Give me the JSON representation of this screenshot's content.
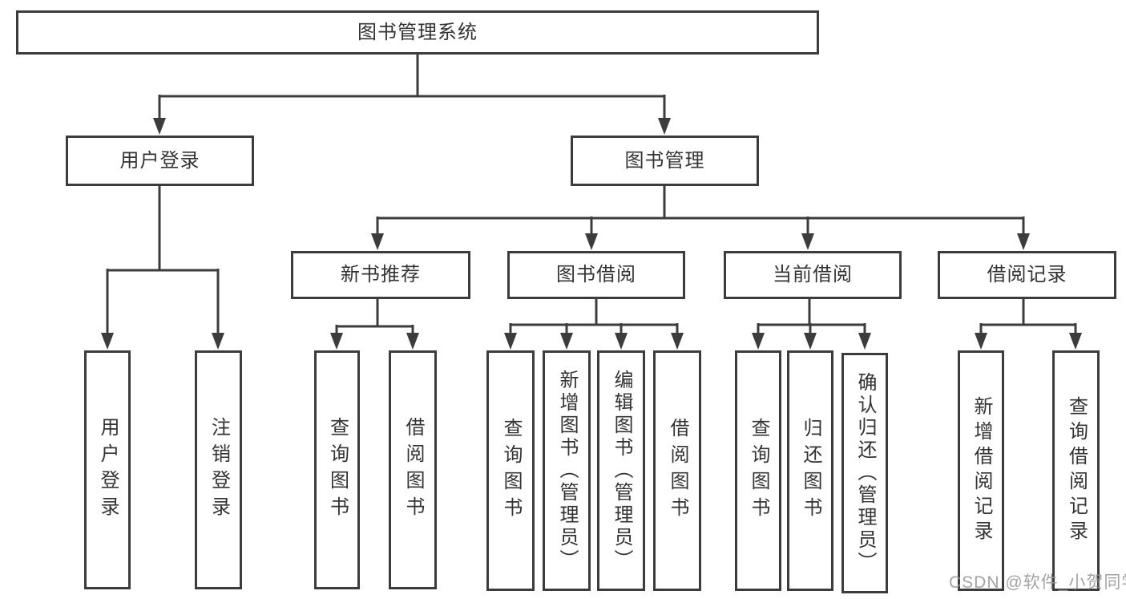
{
  "tree": {
    "label": "图书管理系统",
    "children": [
      {
        "label": "用户登录",
        "children": [
          {
            "label": "用户登录"
          },
          {
            "label": "注销登录"
          }
        ]
      },
      {
        "label": "图书管理",
        "children": [
          {
            "label": "新书推荐",
            "children": [
              {
                "label": "查询图书"
              },
              {
                "label": "借阅图书"
              }
            ]
          },
          {
            "label": "图书借阅",
            "children": [
              {
                "label": "查询图书"
              },
              {
                "label": "新增图书（管理员）"
              },
              {
                "label": "编辑图书（管理员）"
              },
              {
                "label": "借阅图书"
              }
            ]
          },
          {
            "label": "当前借阅",
            "children": [
              {
                "label": "查询图书"
              },
              {
                "label": "归还图书"
              },
              {
                "label": "确认归还（管理员）"
              }
            ]
          },
          {
            "label": "借阅记录",
            "children": [
              {
                "label": "新增借阅记录"
              },
              {
                "label": "查询借阅记录"
              }
            ]
          }
        ]
      }
    ]
  },
  "watermark": {
    "text": "CSDN @软件_小贺同学"
  },
  "colors": {
    "line": "#3c3c3c",
    "text": "#333333",
    "background": "#ffffff",
    "watermark": "#969696"
  }
}
